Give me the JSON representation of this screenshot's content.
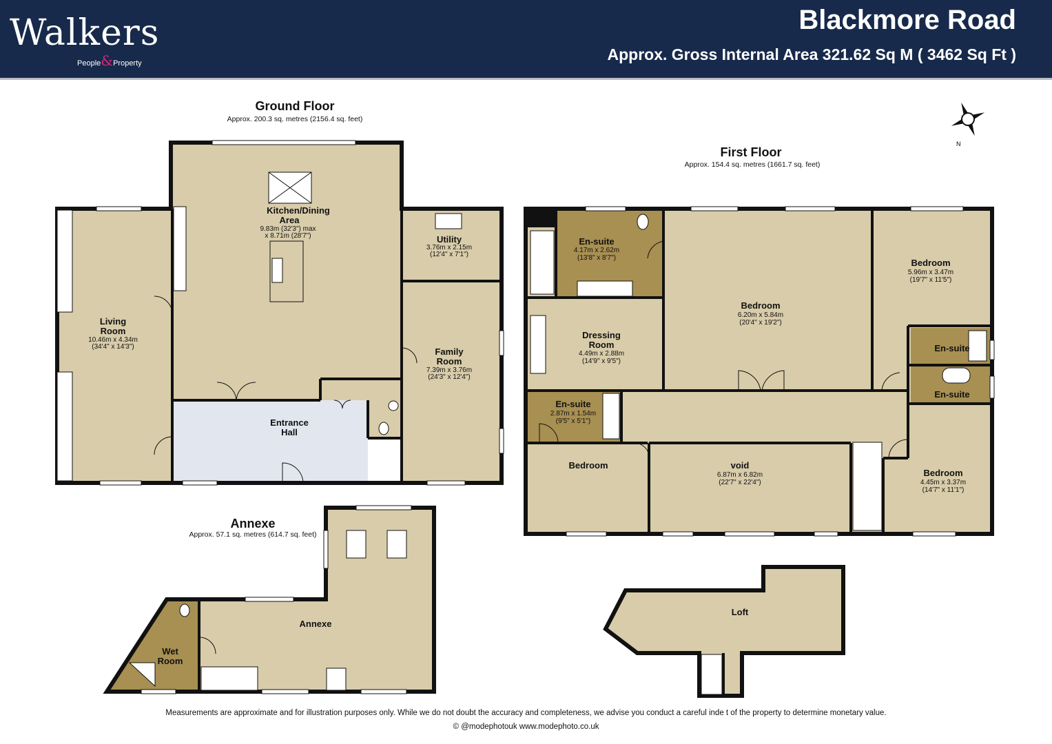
{
  "header": {
    "brand": "Walkers",
    "brand_sub_1": "People",
    "brand_sub_amp": "&",
    "brand_sub_2": "Property",
    "title": "Blackmore Road",
    "subtitle": "Approx. Gross Internal Area 321.62 Sq M ( 3462 Sq Ft )"
  },
  "colors": {
    "header_bg": "#172a4b",
    "room_fill": "#d8ccaa",
    "wet_room_fill": "#a88f52",
    "hall_fill": "#e2e6ee",
    "accent_pink": "#e0207a"
  },
  "floors": {
    "ground": {
      "title": "Ground Floor",
      "area": "Approx. 200.3 sq. metres (2156.4 sq. feet)"
    },
    "first": {
      "title": "First Floor",
      "area": "Approx. 154.4 sq. metres (1661.7 sq. feet)"
    },
    "annexe": {
      "title": "Annexe",
      "area": "Approx. 57.1 sq. metres (614.7 sq. feet)"
    }
  },
  "rooms": {
    "kitchen": {
      "name1": "Kitchen/Dining",
      "name2": "Area",
      "dim1": "9.83m (32'3\") max",
      "dim2": "x 8.71m (28'7\")"
    },
    "utility": {
      "name": "Utility",
      "dim1": "3.76m x 2.15m",
      "dim2": "(12'4\" x 7'1\")"
    },
    "living": {
      "name1": "Living",
      "name2": "Room",
      "dim1": "10.46m x 4.34m",
      "dim2": "(34'4\" x 14'3\")"
    },
    "family": {
      "name1": "Family",
      "name2": "Room",
      "dim1": "7.39m x 3.76m",
      "dim2": "(24'3\" x 12'4\")"
    },
    "entrance": {
      "name1": "Entrance",
      "name2": "Hall"
    },
    "ensuite1": {
      "name": "En-suite",
      "dim1": "4.17m x 2.62m",
      "dim2": "(13'8\" x 8'7\")"
    },
    "dressing": {
      "name1": "Dressing",
      "name2": "Room",
      "dim1": "4.49m x 2.88m",
      "dim2": "(14'9\" x 9'5\")"
    },
    "bedroom_main": {
      "name": "Bedroom",
      "dim1": "6.20m x 5.84m",
      "dim2": "(20'4\" x 19'2\")"
    },
    "bedroom_ne": {
      "name": "Bedroom",
      "dim1": "5.96m x 3.47m",
      "dim2": "(19'7\" x 11'5\")"
    },
    "ensuite_e1": {
      "name": "En-suite"
    },
    "ensuite_e2": {
      "name": "En-suite"
    },
    "ensuite2": {
      "name": "En-suite",
      "dim1": "2.87m x 1.54m",
      "dim2": "(9'5\" x 5'1\")"
    },
    "bedroom_sw": {
      "name": "Bedroom"
    },
    "void": {
      "name": "void",
      "dim1": "6.87m x 6.82m",
      "dim2": "(22'7\" x 22'4\")"
    },
    "bedroom_se": {
      "name": "Bedroom",
      "dim1": "4.45m x 3.37m",
      "dim2": "(14'7\" x 11'1\")"
    },
    "annexe": {
      "name": "Annexe"
    },
    "wetroom": {
      "name1": "Wet",
      "name2": "Room"
    },
    "loft": {
      "name": "Loft"
    }
  },
  "footer": {
    "disclaimer": "Measurements are approximate and for illustration purposes only.  While we do not doubt the accuracy and completeness, we advise you conduct a careful inde                     t of the property to determine monetary value.",
    "credit": "© @modephotouk www.modephoto.co.uk"
  }
}
